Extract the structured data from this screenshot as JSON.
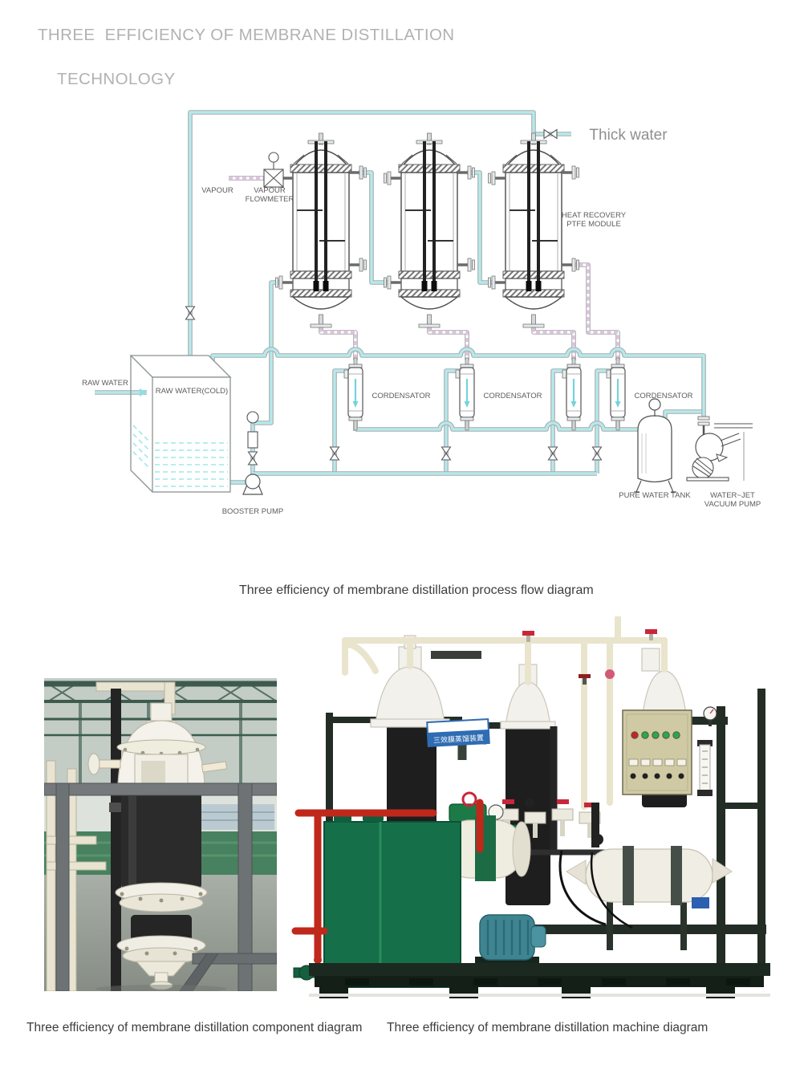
{
  "header": {
    "title_line1": "THREE  EFFICIENCY OF MEMBRANE DISTILLATION",
    "title_line2": "TECHNOLOGY"
  },
  "flow_diagram": {
    "labels": {
      "thick_water": "Thick water",
      "vapour": "VAPOUR",
      "vapour_flowmeter_line1": "VAPOUR",
      "vapour_flowmeter_line2": "FLOWMETER",
      "heat_recovery_line1": "HEAT RECOVERY",
      "heat_recovery_line2": "PTFE MODULE",
      "raw_water": "RAW WATER",
      "raw_water_cold": "RAW WATER(COLD)",
      "booster_pump": "BOOSTER PUMP",
      "pure_water_tank": "PURE WATER TANK",
      "water_jet_line1": "WATER~JET",
      "water_jet_line2": "VACUUM PUMP",
      "condensators": [
        "CORDENSATOR",
        "CORDENSATOR",
        "CORDENSATOR"
      ]
    },
    "colors": {
      "water_pipe": "#b6e9ec",
      "vapour_pipe": "#dfc0df",
      "line": "#555555"
    }
  },
  "captions": {
    "process_flow": "Three  efficiency of membrane distillation process flow diagram",
    "component": "Three  efficiency of membrane distillation component diagram",
    "machine": "Three  efficiency of membrane distillation machine diagram"
  },
  "machine_photo": {
    "sign_text": "三效膜蒸馏装置",
    "panel_lights": [
      "red",
      "green",
      "green",
      "green",
      "green"
    ],
    "colors": {
      "machine_green": "#157049",
      "pipe_red": "#c0281c",
      "sign_blue": "#2e6cb3",
      "panel_beige": "#cfc9a4"
    }
  }
}
